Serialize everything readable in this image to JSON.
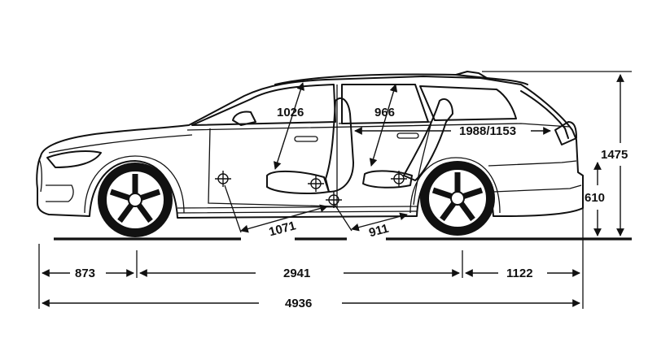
{
  "dimensions": {
    "front_headroom": "1026",
    "rear_headroom": "966",
    "cargo_length": "1988/1153",
    "overall_height": "1475",
    "ground_to_cargo": "610",
    "front_legroom": "1071",
    "rear_legroom": "911",
    "front_overhang": "873",
    "wheelbase": "2941",
    "rear_overhang": "1122",
    "overall_length": "4936"
  },
  "colors": {
    "line": "#111111",
    "background": "#ffffff"
  }
}
